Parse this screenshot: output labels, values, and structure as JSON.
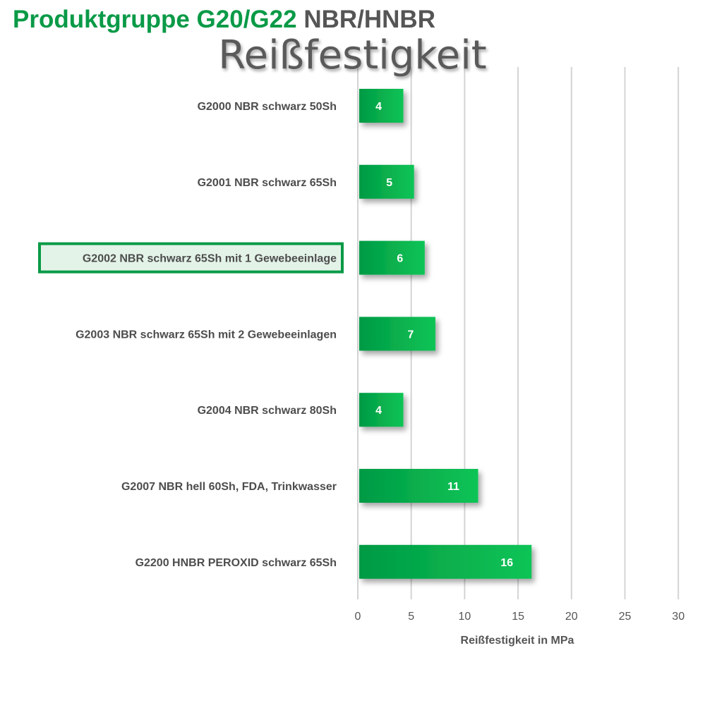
{
  "header": {
    "title_green": "Produktgruppe G20/G22",
    "title_grey": "NBR/HNBR"
  },
  "chart_data": {
    "type": "bar",
    "orientation": "horizontal",
    "title": "Reißfestigkeit",
    "xlabel": "Reißfestigkeit in MPa",
    "ylabel": "",
    "xlim": [
      0,
      30
    ],
    "xticks": [
      0,
      5,
      10,
      15,
      20,
      25,
      30
    ],
    "grid": true,
    "categories": [
      "G2000 NBR schwarz 50Sh",
      "G2001 NBR schwarz 65Sh",
      "G2002 NBR schwarz 65Sh mit 1 Gewebeeinlage",
      "G2003 NBR schwarz 65Sh mit 2 Gewebeeinlagen",
      "G2004 NBR schwarz 80Sh",
      "G2007 NBR hell 60Sh, FDA, Trinkwasser",
      "G2200 HNBR PEROXID schwarz 65Sh"
    ],
    "values": [
      4,
      5,
      6,
      7,
      4,
      11,
      16
    ],
    "data_labels": true,
    "highlighted_category": "G2002 NBR schwarz 65Sh mit 1 Gewebeeinlage",
    "colors": {
      "bar_start": "#009a44",
      "bar_end": "#10c456",
      "highlight_border": "#0a9a47",
      "highlight_fill": "#e3f3e8",
      "grid": "#d4d4d4",
      "label_text": "#4d4d4d"
    }
  }
}
